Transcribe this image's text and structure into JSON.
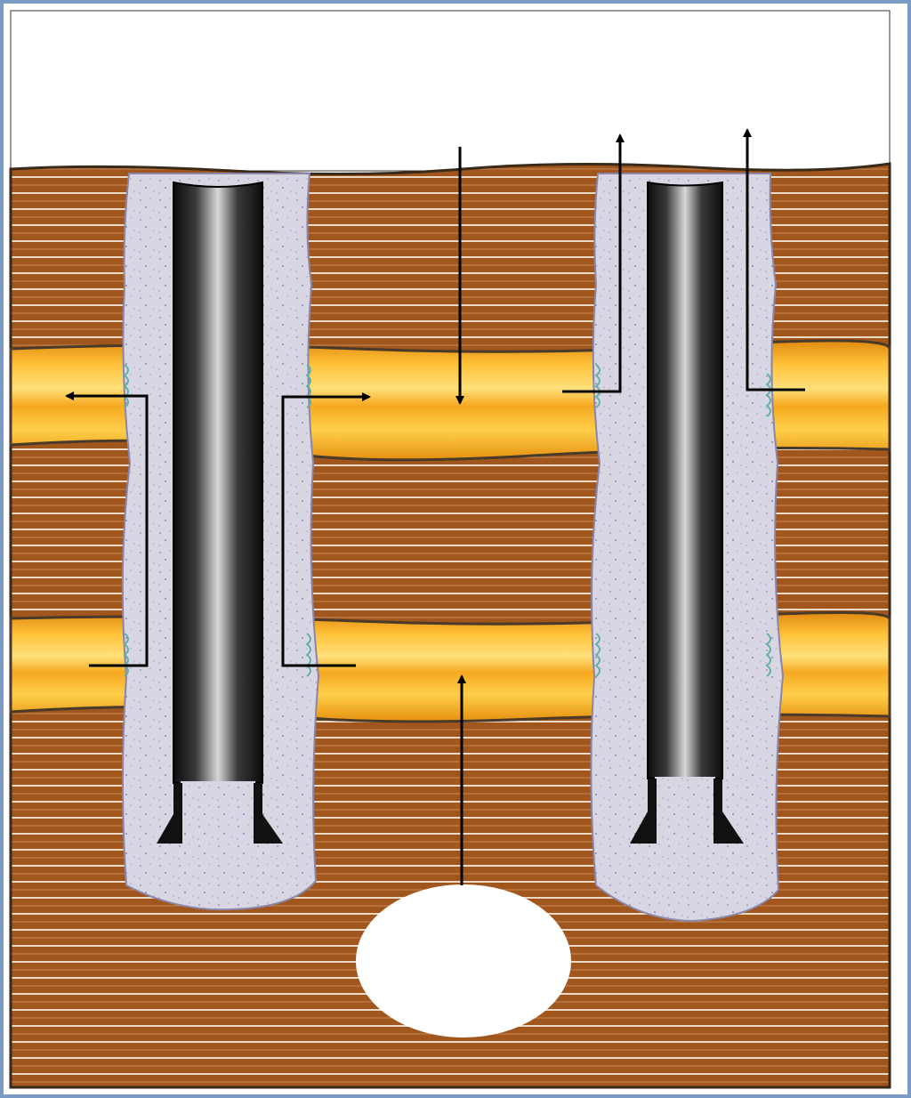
{
  "diagram": {
    "type": "well-cross-section",
    "wells": [
      {
        "id": "left",
        "role": "injector"
      },
      {
        "id": "right",
        "role": "producer"
      }
    ],
    "layers": [
      "shale",
      "reservoir-upper",
      "shale",
      "reservoir-lower",
      "shale"
    ],
    "labels": []
  },
  "colors": {
    "frame": "#7a9cc4",
    "sky": "#ffffff",
    "shale": "#a0561c",
    "shale_line": "#e9d6c2",
    "reservoir": "#f2a218",
    "reservoir_light": "#ffd060",
    "cement": "#d6d3e2",
    "casing_dark": "#141414",
    "casing_light": "#c8c8c8",
    "arrow": "#000000",
    "cavity": "#ffffff"
  }
}
